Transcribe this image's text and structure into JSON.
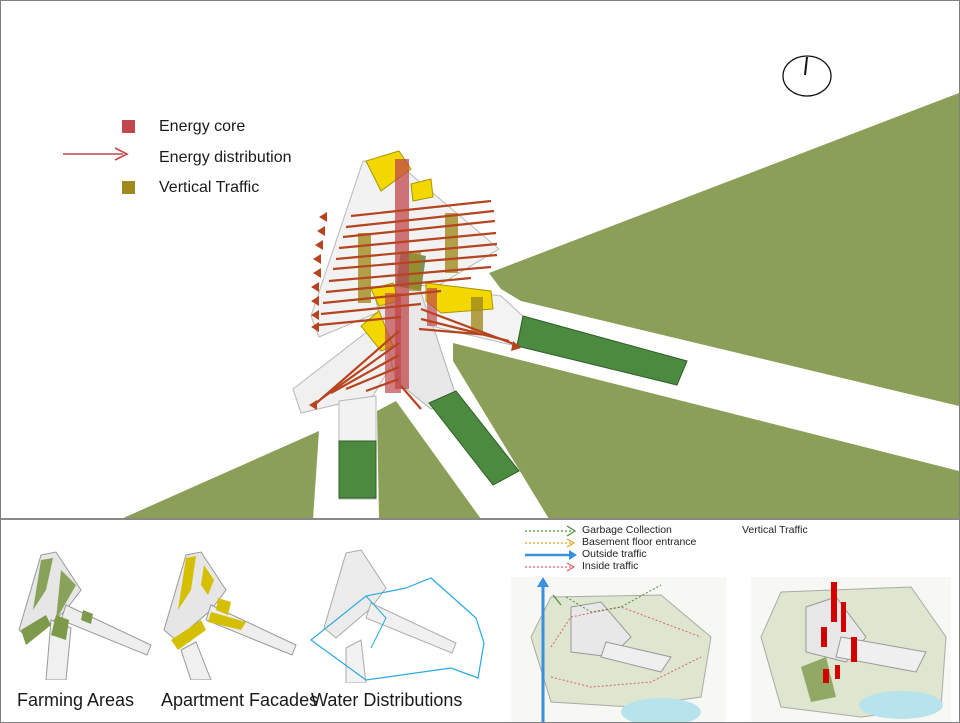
{
  "legend": {
    "energy_core": "Energy core",
    "energy_distribution": "Energy distribution",
    "vertical_traffic": "Vertical Traffic"
  },
  "captions": {
    "farming": "Farming Areas",
    "facades": "Apartment Facades",
    "water": "Water Distributions"
  },
  "traffic_legend": {
    "garbage": "Garbage Collection",
    "basement": "Basement floor entrance",
    "outside": "Outside traffic",
    "inside": "Inside traffic",
    "vertical": "Vertical Traffic"
  },
  "colors": {
    "green_land": "#8b9f58",
    "energy_core": "#c0474b",
    "vertical_traffic": "#a08a1e",
    "facade_yellow": "#f2d800",
    "arrow": "#b5441f",
    "farm_green": "#4c8a3f",
    "outside_blue": "#3a8fde"
  }
}
